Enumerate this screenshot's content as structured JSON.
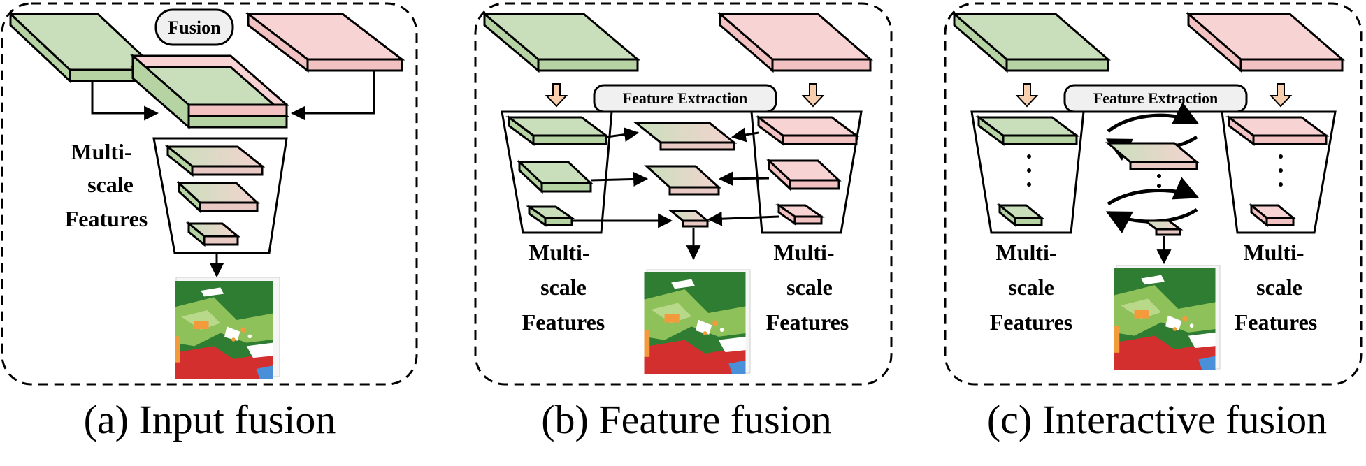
{
  "colors": {
    "green": "#c9dfbb",
    "pink": "#f7d3d3",
    "stroke": "#000000",
    "arrow_orange": "#f8cfae",
    "map_green": "#2e7d32",
    "map_light": "#8fc15a",
    "map_red": "#d32f2f",
    "map_orange": "#f29a3c",
    "map_blue": "#4a90d9"
  },
  "panel_a": {
    "fusion_label": "Fusion",
    "features_label": [
      "Multi-",
      "scale",
      "Features"
    ],
    "caption": "(a) Input fusion"
  },
  "panel_b": {
    "extraction_label": "Feature Extraction",
    "left_features_label": [
      "Multi-",
      "scale",
      "Features"
    ],
    "right_features_label": [
      "Multi-",
      "scale",
      "Features"
    ],
    "caption": "(b) Feature fusion"
  },
  "panel_c": {
    "extraction_label": "Feature Extraction",
    "left_features_label": [
      "Multi-",
      "scale",
      "Features"
    ],
    "right_features_label": [
      "Multi-",
      "scale",
      "Features"
    ],
    "caption": "(c) Interactive fusion"
  },
  "icons": {
    "output_map": "segmentation-map-icon",
    "interaction": "bidirectional-arrows-icon"
  }
}
